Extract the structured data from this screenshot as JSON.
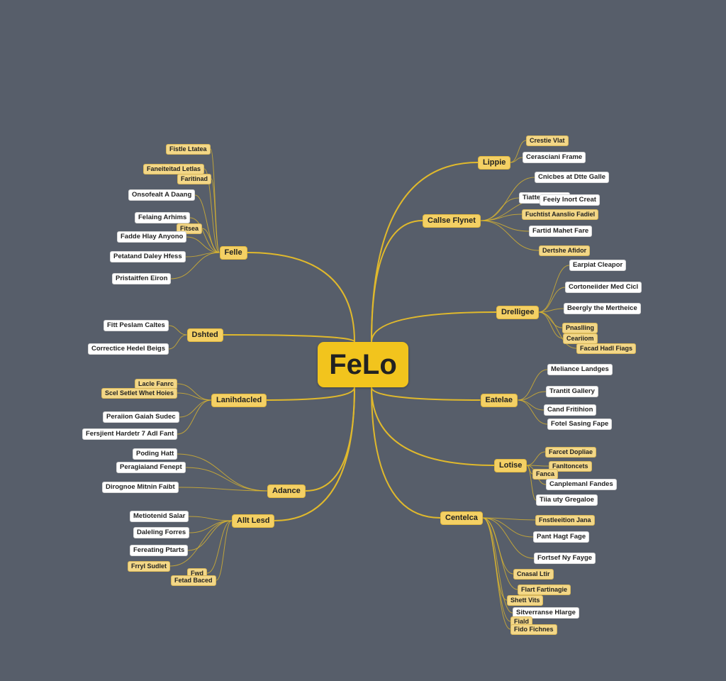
{
  "center": {
    "label": "FeLo"
  },
  "colors": {
    "background": "#575e6a",
    "center_fill": "#f2c41d",
    "branch_fill": "#f4d064",
    "leaf_yellow": "#f3d787",
    "leaf_white": "#ffffff",
    "connector": "#e0b92c"
  },
  "branches": [
    {
      "id": "felle",
      "label": "Felle",
      "leaves": [
        {
          "label": "Fistle Ltatea",
          "style": "yellow"
        },
        {
          "label": "Faneiteitad Letlas",
          "style": "yellow"
        },
        {
          "label": "Faritinad",
          "style": "yellow"
        },
        {
          "label": "Onsofealt A Daang",
          "style": "white"
        },
        {
          "label": "Felaing Arhims",
          "style": "white"
        },
        {
          "label": "Fitsea",
          "style": "yellow"
        },
        {
          "label": "Fadde Hlay Anyono",
          "style": "white"
        },
        {
          "label": "Petatand Daley Hfess",
          "style": "white"
        },
        {
          "label": "Pristaitfen Eiron",
          "style": "white"
        }
      ]
    },
    {
      "id": "dshted",
      "label": "Dshted",
      "leaves": [
        {
          "label": "Fitt Peslam Caltes",
          "style": "white"
        },
        {
          "label": "Correctice Hedel Beigs",
          "style": "white"
        }
      ]
    },
    {
      "id": "lanihdacled",
      "label": "Lanihdacled",
      "leaves": [
        {
          "label": "Lacle Fanrc",
          "style": "yellow"
        },
        {
          "label": "Scel Setlet Whet Hoies",
          "style": "yellow"
        },
        {
          "label": "Peraiion Gaiah Sudec",
          "style": "white"
        },
        {
          "label": "Fersjient Hardetr 7 Adl Fant",
          "style": "white"
        }
      ]
    },
    {
      "id": "adance",
      "label": "Adance",
      "leaves": [
        {
          "label": "Poding Hatt",
          "style": "white"
        },
        {
          "label": "Peragiaiand Fenept",
          "style": "white"
        },
        {
          "label": "Dirognoe Mitnin Faibt",
          "style": "white"
        }
      ]
    },
    {
      "id": "alltlesd",
      "label": "Allt Lesd",
      "leaves": [
        {
          "label": "Metiotenid Salar",
          "style": "white"
        },
        {
          "label": "Daleling Forres",
          "style": "white"
        },
        {
          "label": "Fereating Ptarts",
          "style": "white"
        },
        {
          "label": "Frryl Sudlet",
          "style": "yellow"
        },
        {
          "label": "Fwd",
          "style": "yellow"
        },
        {
          "label": "Fetad Baced",
          "style": "yellow"
        }
      ]
    },
    {
      "id": "lippie",
      "label": "Lippie",
      "leaves": [
        {
          "label": "Crestie Vlat",
          "style": "yellow"
        },
        {
          "label": "Cerasciani Frame",
          "style": "white"
        }
      ]
    },
    {
      "id": "callsetynet",
      "label": "Callse Flynet",
      "leaves": [
        {
          "label": "Cnicbes at Dtte Galle",
          "style": "white"
        },
        {
          "label": "Tiatte Fiodiny",
          "style": "white"
        },
        {
          "label": "Feeiy Inort Creat",
          "style": "white"
        },
        {
          "label": "Fuchtist Aanslio Fadiel",
          "style": "yellow"
        },
        {
          "label": "Fartid Mahet Fare",
          "style": "white"
        },
        {
          "label": "Dertshe Afidor",
          "style": "yellow"
        }
      ]
    },
    {
      "id": "drelligee",
      "label": "Drelligee",
      "leaves": [
        {
          "label": "Earpiat Cleapor",
          "style": "white"
        },
        {
          "label": "Cortoneiider Med Cicl",
          "style": "white"
        },
        {
          "label": "Beergly the Mertheice",
          "style": "white"
        },
        {
          "label": "Pnaslling",
          "style": "yellow"
        },
        {
          "label": "Ceariiom",
          "style": "yellow"
        },
        {
          "label": "Facad Hadl Fiags",
          "style": "yellow"
        }
      ]
    },
    {
      "id": "eatelae",
      "label": "Eatelae",
      "leaves": [
        {
          "label": "Meliance Landges",
          "style": "white"
        },
        {
          "label": "Trantit Gallery",
          "style": "white"
        },
        {
          "label": "Cand Fritihion",
          "style": "white"
        },
        {
          "label": "Fotel Sasing Fape",
          "style": "white"
        }
      ]
    },
    {
      "id": "lotise",
      "label": "Lotise",
      "leaves": [
        {
          "label": "Farcet Dopliae",
          "style": "yellow"
        },
        {
          "label": "Fanltoncets",
          "style": "yellow"
        },
        {
          "label": "Fanca",
          "style": "yellow"
        },
        {
          "label": "Canplemanl Fandes",
          "style": "white"
        },
        {
          "label": "Tiia uty Gregaloe",
          "style": "white"
        }
      ]
    },
    {
      "id": "centelca",
      "label": "Centelca",
      "leaves": [
        {
          "label": "Fnstleeition Jana",
          "style": "yellow"
        },
        {
          "label": "Pant Hagt Fage",
          "style": "white"
        },
        {
          "label": "Fortsef Ny Fayge",
          "style": "white"
        },
        {
          "label": "Cnasal Ltir",
          "style": "yellow"
        },
        {
          "label": "Flart Fartinagie",
          "style": "yellow"
        },
        {
          "label": "Shett Vits",
          "style": "yellow"
        },
        {
          "label": "Sitverranse Hlarge",
          "style": "white"
        },
        {
          "label": "Fiald",
          "style": "yellow"
        },
        {
          "label": "Fido Fichnes",
          "style": "yellow"
        }
      ]
    }
  ]
}
